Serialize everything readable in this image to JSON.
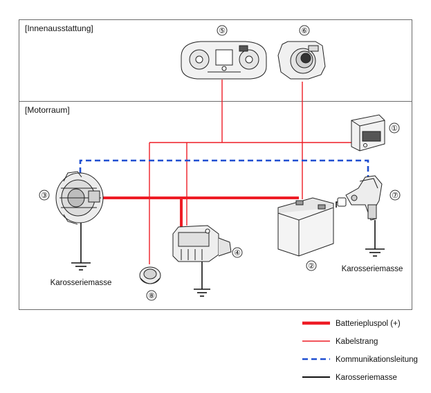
{
  "sections": {
    "interior": "[Innenausstattung]",
    "engine_room": "[Motorraum]"
  },
  "components": {
    "c1": "①",
    "c2": "②",
    "c3": "③",
    "c4": "④",
    "c5": "⑤",
    "c6": "⑥",
    "c7": "⑦",
    "c8": "⑧"
  },
  "ground_labels": {
    "alternator": "Karosseriemasse",
    "sensor": "Karosseriemasse"
  },
  "legend": {
    "battery_plus": "Batteriepluspol (+)",
    "harness": "Kabelstrang",
    "communication": "Kommunikationsleitung",
    "ground": "Karosseriemasse"
  },
  "colors": {
    "red": "#ee1c25",
    "blue": "#1f4fd1",
    "black": "#111111"
  }
}
